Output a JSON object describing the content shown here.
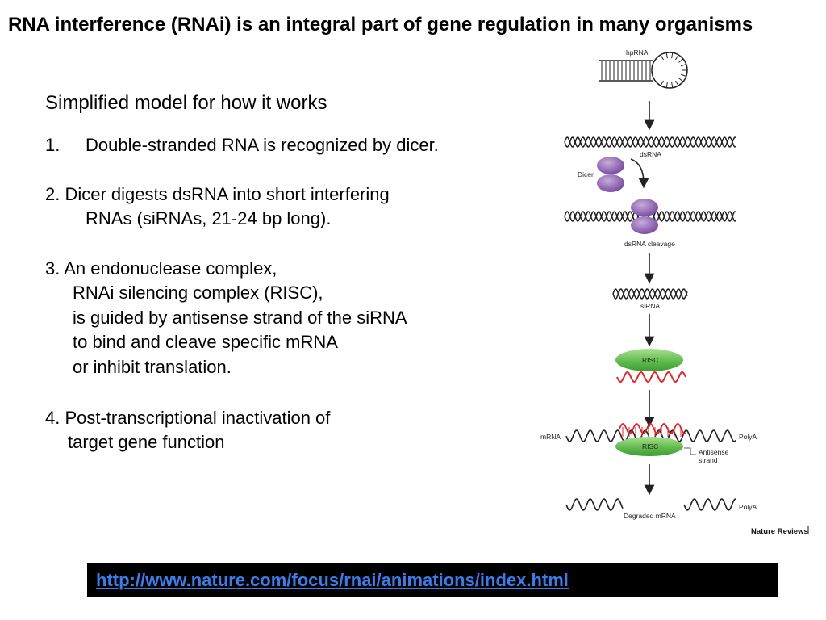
{
  "slide": {
    "title": "RNA interference (RNAi) is an integral part of gene regulation in many organisms",
    "subtitle": "Simplified model for how it works",
    "steps": {
      "s1": {
        "num": "1.",
        "line1": "Double-stranded RNA is recognized by dicer."
      },
      "s2": {
        "line1": "2.   Dicer digests dsRNA into short interfering",
        "line2": "RNAs (siRNAs, 21-24 bp long)."
      },
      "s3": {
        "line1": "3.  An endonuclease complex,",
        "line2": "RNAi silencing complex (RISC),",
        "line3": "is guided by antisense strand of the siRNA",
        "line4": "to bind and cleave specific mRNA",
        "line5": "or inhibit translation."
      },
      "s4": {
        "line1": "4. Post-transcriptional inactivation of",
        "line2": "target gene function"
      }
    },
    "link": "http://www.nature.com/focus/rnai/animations/index.html"
  },
  "diagram": {
    "labels": {
      "hprna": "hpRNA",
      "dsrna": "dsRNA",
      "dicer": "Dicer",
      "cleavage": "dsRNA cleavage",
      "sirna": "siRNA",
      "risc1": "RISC",
      "mrna": "mRNA",
      "polya1": "PolyA",
      "risc2": "RISC",
      "antisense1": "Antisense",
      "antisense2": "strand",
      "degraded": "Degraded mRNA",
      "polya2": "PolyA",
      "credit": "Nature Reviews"
    },
    "colors": {
      "dicer": "#8a5fb0",
      "risc": "#5db84a",
      "antisense": "#e0242a"
    }
  }
}
